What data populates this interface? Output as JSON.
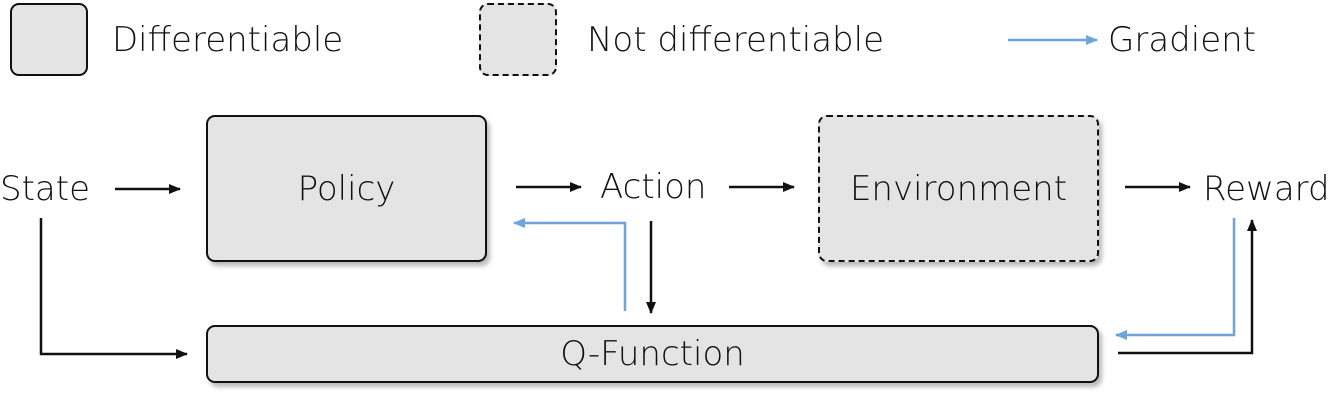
{
  "legend": {
    "differentiable_label": "Differentiable",
    "not_differentiable_label": "Not differentiable",
    "gradient_label": "Gradient"
  },
  "nodes": {
    "state": "State",
    "policy": "Policy",
    "action": "Action",
    "environment": "Environment",
    "reward": "Reward",
    "q_function": "Q-Function"
  },
  "colors": {
    "box_fill": "#e4e4e4",
    "box_stroke": "#111111",
    "arrow_black": "#111111",
    "arrow_gradient": "#6fa3d9"
  }
}
